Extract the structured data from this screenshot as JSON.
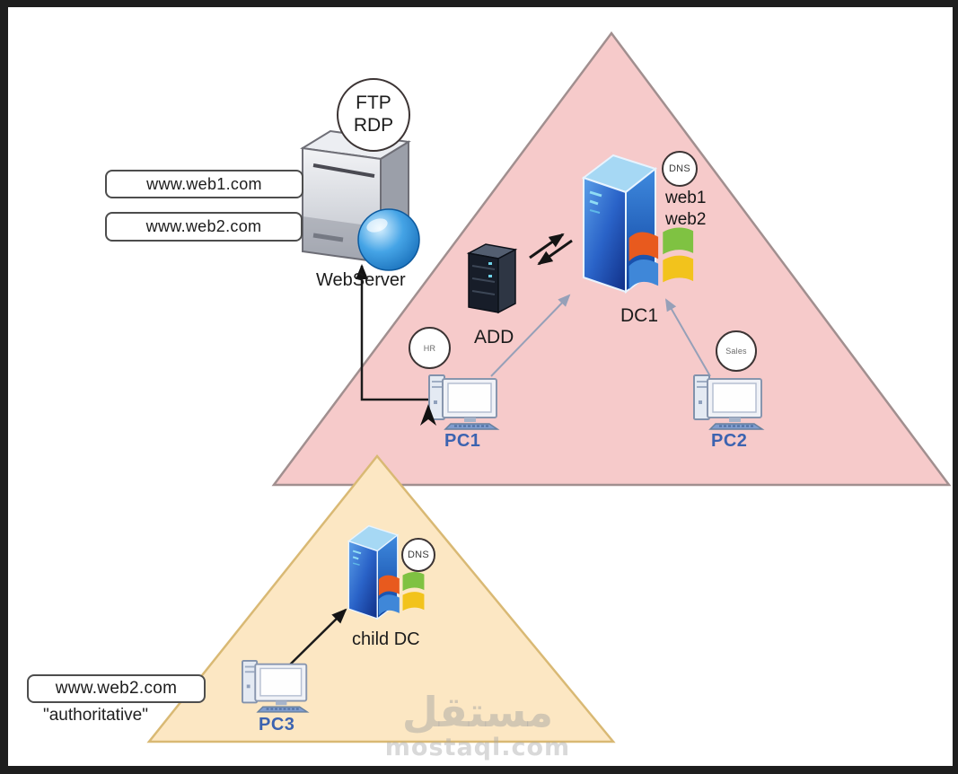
{
  "watermark": {
    "title": "مستقل",
    "site": "mostaql.com"
  },
  "webserver": {
    "badge_line1": "FTP",
    "badge_line2": "RDP",
    "label": "WebServer",
    "sites": [
      "www.web1.com",
      "www.web2.com"
    ]
  },
  "parent": {
    "dns_badge": "DNS",
    "hosted": [
      "web1",
      "web2"
    ],
    "dc_label": "DC1",
    "add_label": "ADD",
    "hr_badge": "HR",
    "sales_badge": "Sales",
    "pc1_label": "PC1",
    "pc2_label": "PC2"
  },
  "child": {
    "dns_badge": "DNS",
    "dc_label": "child DC",
    "pc3_label": "PC3",
    "site": "www.web2.com",
    "note": "\"authoritative\""
  },
  "colors": {
    "parent_triangle_fill": "#f6caca",
    "parent_triangle_stroke": "#a18f8f",
    "child_triangle_fill": "#fce7c3",
    "child_triangle_stroke": "#d9b974",
    "pc_label_blue": "#3c63b0"
  }
}
